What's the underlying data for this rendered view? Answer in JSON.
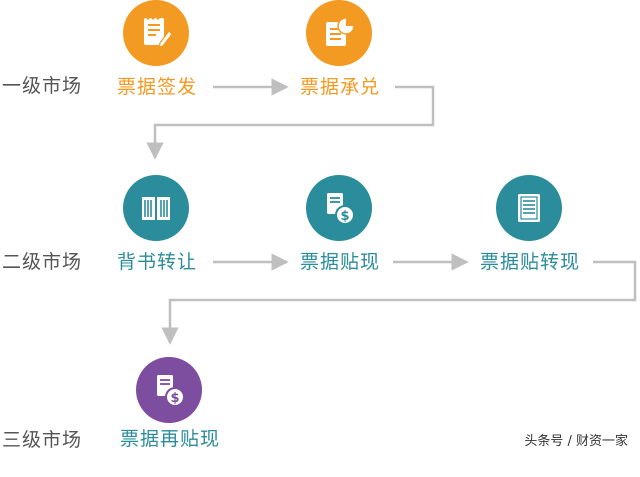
{
  "markets": {
    "primary": "一级市场",
    "secondary": "二级市场",
    "tertiary": "三级市场"
  },
  "nodes": {
    "issue": {
      "label": "票据签发",
      "icon": "notepad-pen-icon"
    },
    "acceptance": {
      "label": "票据承兑",
      "icon": "document-pie-chart-icon"
    },
    "endorsement": {
      "label": "背书转让",
      "icon": "open-book-icon"
    },
    "discount": {
      "label": "票据贴现",
      "icon": "document-dollar-coin-icon"
    },
    "rediscount_transfer": {
      "label": "票据贴转现",
      "icon": "document-list-icon"
    },
    "rediscount": {
      "label": "票据再贴现",
      "icon": "document-dollar-coin-icon"
    }
  },
  "colors": {
    "primary_market": "#f39a22",
    "secondary_market": "#2b8d9b",
    "tertiary_market_icon": "#7d4d9f",
    "connector": "#bfbfbf"
  },
  "watermark": "头条号 / 财资一家"
}
